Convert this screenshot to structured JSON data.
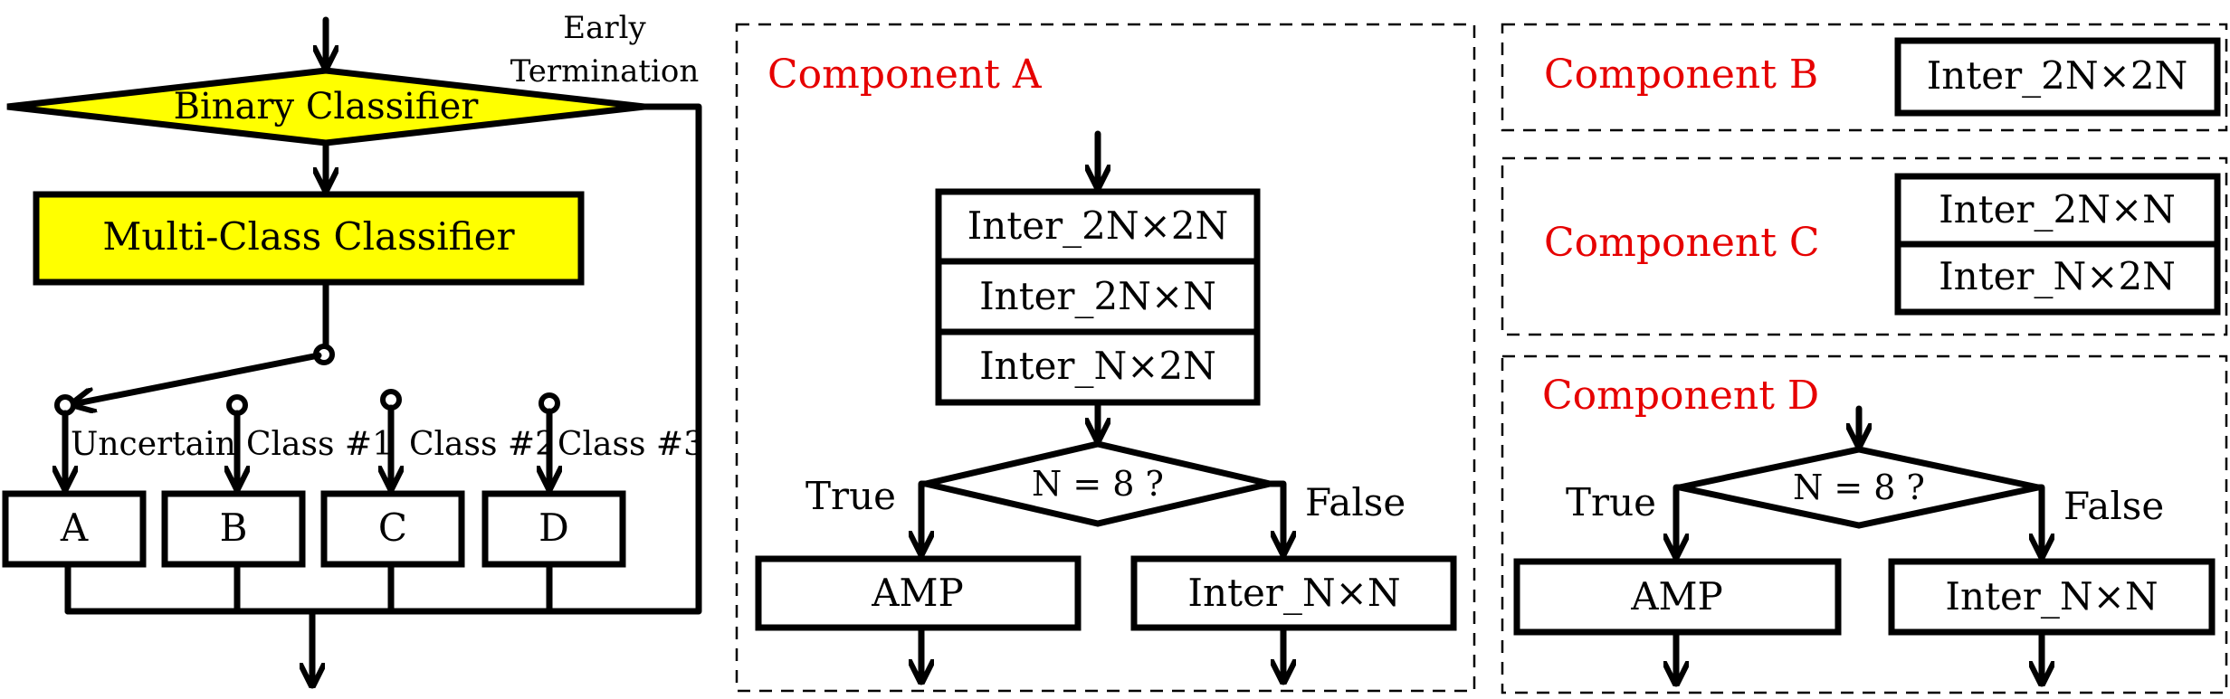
{
  "left_flow": {
    "early_termination_line1": "Early",
    "early_termination_line2": "Termination",
    "binary_classifier": "Binary Classifier",
    "multi_class_classifier": "Multi-Class Classifier",
    "branches": [
      {
        "label": "Uncertain",
        "box": "A"
      },
      {
        "label": "Class #1",
        "box": "B"
      },
      {
        "label": "Class #2",
        "box": "C"
      },
      {
        "label": "Class #3",
        "box": "D"
      }
    ],
    "colors": {
      "classifier_fill": "#ffff00"
    }
  },
  "component_a": {
    "title": "Component A",
    "stack": [
      "Inter_2N×2N",
      "Inter_2N×N",
      "Inter_N×2N"
    ],
    "decision": "N = 8 ?",
    "true_label": "True",
    "false_label": "False",
    "true_box": "AMP",
    "false_box": "Inter_N×N"
  },
  "component_b": {
    "title": "Component B",
    "box": "Inter_2N×2N"
  },
  "component_c": {
    "title": "Component C",
    "stack": [
      "Inter_2N×N",
      "Inter_N×2N"
    ]
  },
  "component_d": {
    "title": "Component D",
    "decision": "N = 8 ?",
    "true_label": "True",
    "false_label": "False",
    "true_box": "AMP",
    "false_box": "Inter_N×N"
  },
  "colors": {
    "title_red": "#e60000",
    "line": "#000000"
  }
}
